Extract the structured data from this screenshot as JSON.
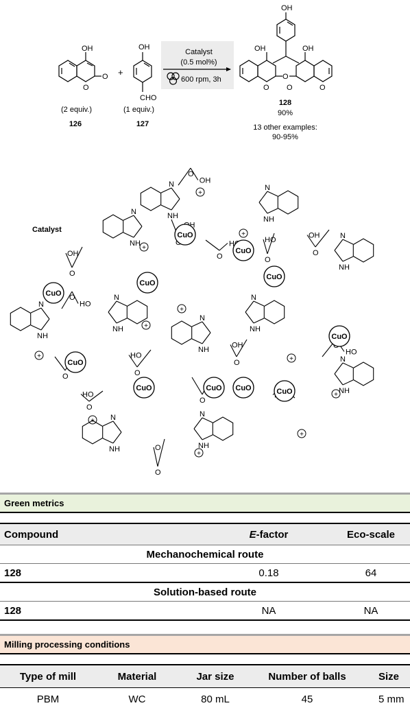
{
  "scheme": {
    "reactant1_equiv": "(2 equiv.)",
    "reactant1_id": "126",
    "reactant2_equiv": "(1 equiv.)",
    "reactant2_id": "127",
    "reagent_catalyst": "Catalyst",
    "reagent_loading": "(0.5 mol%)",
    "reagent_conditions": "600 rpm, 3h",
    "product_id": "128",
    "product_yield": "90%",
    "other_examples": "13 other examples:",
    "other_yields": "90-95%",
    "atom_oh": "OH",
    "atom_o": "O",
    "atom_cho": "CHO",
    "plus": "+"
  },
  "catalyst": {
    "label": "Catalyst",
    "cuo": "CuO",
    "oh": "OH",
    "ho": "HO",
    "o": "O",
    "n": "N",
    "nh": "NH",
    "plus": "+"
  },
  "green_metrics": {
    "title": "Green metrics",
    "col_compound": "Compound",
    "col_efactor_italic": "E",
    "col_efactor_rest": "-factor",
    "col_ecoscale": "Eco-scale",
    "mech_route": "Mechanochemical route",
    "mech_compound": "128",
    "mech_efactor": "0.18",
    "mech_ecoscale": "64",
    "sol_route": "Solution-based route",
    "sol_compound": "128",
    "sol_efactor": "NA",
    "sol_ecoscale": "NA"
  },
  "milling": {
    "title": "Milling processing conditions",
    "headers": [
      "Type of mill",
      "Material",
      "Jar size",
      "Number of balls",
      "Size"
    ],
    "row": [
      "PBM",
      "WC",
      "80 mL",
      "45",
      "5 mm"
    ]
  }
}
